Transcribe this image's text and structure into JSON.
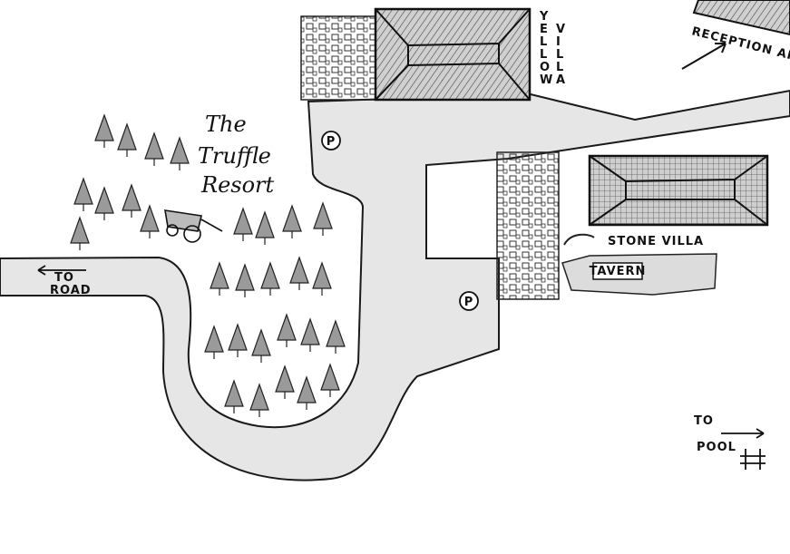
{
  "map": {
    "title_line1": "The",
    "title_line2": "Truffle",
    "title_line3": "Resort",
    "to_road": "TO ROAD",
    "to_road_line1": "TO",
    "to_road_line2": "ROAD",
    "yellow_villa_col1": "YELLOW",
    "yellow_villa_col2": "VILLA",
    "reception_area": "RECEPTION AREA",
    "stone_villa": "STONE VILLA",
    "tavern": "TAVERN",
    "to_pool_line1": "TO",
    "to_pool_line2": "POOL",
    "parking_label": "P"
  },
  "colors": {
    "ink": "#1a1a1a",
    "road": "#e6e6e6",
    "paper": "#ffffff",
    "roof": "#b8b8b8"
  }
}
